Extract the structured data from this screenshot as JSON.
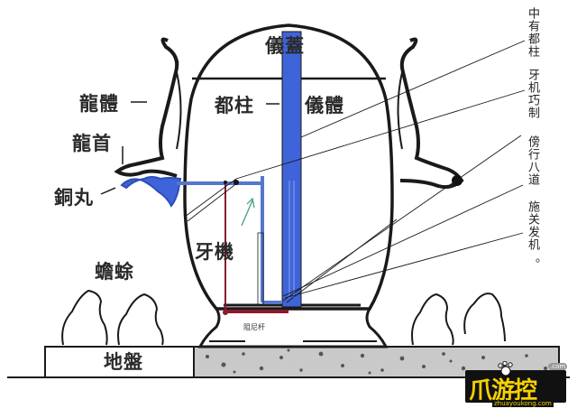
{
  "diagram": {
    "title": "Houfeng Didong Yi (Seismoscope) mechanism diagram",
    "labels": {
      "top_cover": "儀蓋",
      "central_pillar": "都柱",
      "instrument_body": "儀體",
      "dragon_body": "龍體",
      "dragon_head": "龍首",
      "bronze_ball": "銅丸",
      "tooth_mechanism": "牙機",
      "toads": "蟾蜍",
      "base": "地盤",
      "damper_rod": "阻尼杆"
    },
    "annotations": [
      {
        "text": "中有都柱"
      },
      {
        "text": "牙机巧制"
      },
      {
        "text": "傍行八道"
      },
      {
        "text": "施关发机"
      },
      {
        "text": "。"
      }
    ],
    "colors": {
      "pillar_blue": "#3f63d8",
      "lever_blue": "#5577cc",
      "rod_red": "#8b1a2e",
      "ink": "#1a1a1a",
      "arrow_green": "#3a9a78"
    }
  },
  "watermark": {
    "brand": "爪游控",
    "url": "zhuayoukong.com",
    "com": ".com"
  }
}
